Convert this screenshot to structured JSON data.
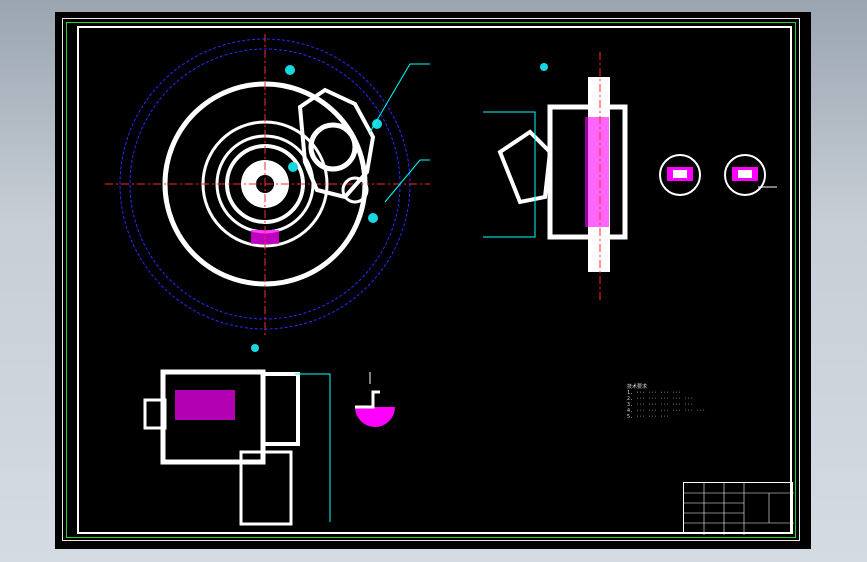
{
  "drawing": {
    "colors": {
      "background": "#000000",
      "outline": "#ffffff",
      "hatch": "#ff00ff",
      "centerline": "#ff2a2a",
      "hidden": "#2a2aff",
      "dimension": "#00ffff",
      "border_green": "#2bd12b",
      "viewport": "#c7ced6"
    },
    "views": [
      "front-view",
      "side-view",
      "bottom-view",
      "section-a",
      "section-b",
      "detail-section"
    ],
    "notes": {
      "heading": "技术要求",
      "lines": [
        "1. ··· ··· ··· ···",
        "2. ··· ··· ··· ··· ···",
        "3. ··· ··· ··· ··· ···",
        "4. ··· ··· ··· ··· ··· ···",
        "5. ··· ··· ···"
      ]
    },
    "title_block": {
      "drawing_name": "",
      "cells": [
        "",
        "",
        "",
        ""
      ]
    }
  }
}
